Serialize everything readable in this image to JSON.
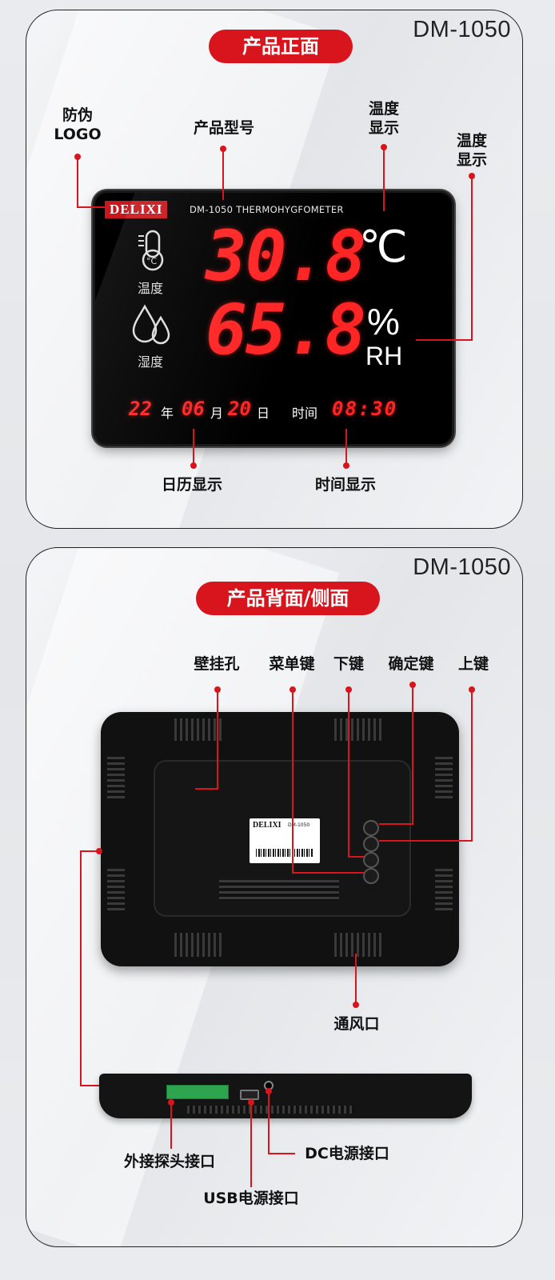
{
  "front": {
    "model": "DM-1050",
    "title": "产品正面",
    "labels": {
      "logo": "防伪\nLOGO",
      "model_no": "产品型号",
      "temp_display": "温度\n显示",
      "humid_display": "温度\n显示",
      "date_display": "日历显示",
      "time_display": "时间显示"
    },
    "screen": {
      "brand": "DELIXI",
      "model_line": "DM-1050 THERMOHYGFOMETER",
      "temperature": "30.8",
      "temp_unit": "℃",
      "humidity": "65.8",
      "humid_unit_1": "%",
      "humid_unit_2": "RH",
      "temp_icon_label": "温度",
      "humid_icon_label": "湿度",
      "year": "22",
      "year_char": "年",
      "month": "06",
      "month_char": "月",
      "day": "20",
      "day_char": "日",
      "time_label": "时间",
      "time": "08:30"
    }
  },
  "back": {
    "model": "DM-1050",
    "title": "产品背面/侧面",
    "labels": {
      "wall_hole": "壁挂孔",
      "menu_key": "菜单键",
      "down_key": "下键",
      "ok_key": "确定键",
      "up_key": "上键",
      "vent": "通风口",
      "probe_port": "外接探头接口",
      "dc_port": "DC电源接口",
      "usb_port": "USB电源接口"
    },
    "sticker": {
      "brand": "DELIXI",
      "model": "DM-1050"
    }
  },
  "colors": {
    "accent": "#d8141c",
    "led": "#ff2525",
    "terminal": "#2ea44f"
  },
  "icons": [
    "thermometer-icon",
    "water-drops-icon"
  ]
}
